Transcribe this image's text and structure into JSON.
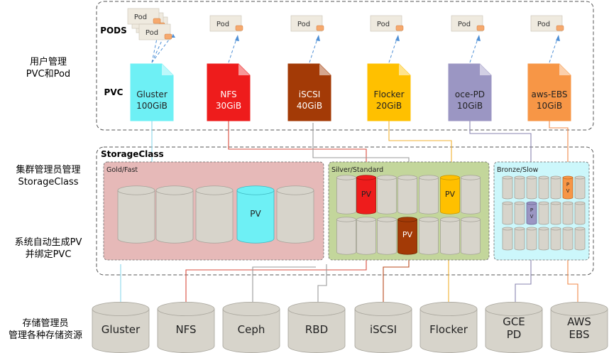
{
  "labels": {
    "pods": "PODS",
    "pvc": "PVC",
    "storageclass": "StorageClass",
    "user_line1": "用户管理",
    "user_line2": "PVC和Pod",
    "cluster_line1": "集群管理员管理",
    "cluster_line2": "StorageClass",
    "auto_line1": "系统自动生成PV",
    "auto_line2": "并绑定PVC",
    "storage_line1": "存储管理员",
    "storage_line2": "管理各种存储资源"
  },
  "pod_label": "Pod",
  "pvcs": [
    {
      "name": "Gluster",
      "size": "100GiB",
      "color": "#6ef0f5",
      "text": "#222222"
    },
    {
      "name": "NFS",
      "size": "30GiB",
      "color": "#ee1c1c",
      "text": "#ffffff"
    },
    {
      "name": "iSCSI",
      "size": "40GiB",
      "color": "#a33a06",
      "text": "#ffffff"
    },
    {
      "name": "Flocker",
      "size": "20GiB",
      "color": "#ffc000",
      "text": "#222222"
    },
    {
      "name": "oce-PD",
      "size": "10GiB",
      "color": "#9b96c3",
      "text": "#222222"
    },
    {
      "name": "aws-EBS",
      "size": "10GiB",
      "color": "#f79646",
      "text": "#222222"
    }
  ],
  "classes": [
    {
      "name": "Gold/Fast",
      "color": "#e6b9b8"
    },
    {
      "name": "Silver/Standard",
      "color": "#c3d69b"
    },
    {
      "name": "Bronze/Slow",
      "color": "#ccf7fb"
    }
  ],
  "pv_label": "PV",
  "backends": [
    {
      "line1": "Gluster",
      "line2": ""
    },
    {
      "line1": "NFS",
      "line2": ""
    },
    {
      "line1": "Ceph",
      "line2": ""
    },
    {
      "line1": "RBD",
      "line2": ""
    },
    {
      "line1": "iSCSI",
      "line2": ""
    },
    {
      "line1": "Flocker",
      "line2": ""
    },
    {
      "line1": "GCE",
      "line2": "PD"
    },
    {
      "line1": "AWS",
      "line2": "EBS"
    }
  ],
  "colors": {
    "cylinder": "#d7d4cb",
    "cylinder_stroke": "#a6a39a",
    "gluster": "#6ef0f5",
    "nfs": "#ee1c1c",
    "iscsi": "#a33a06",
    "flocker": "#ffc000",
    "gce": "#9b96c3",
    "aws": "#f79646",
    "pod_body": "#efeadf",
    "pod_accent": "#f6a96e",
    "arrow": "#4f90d6"
  }
}
